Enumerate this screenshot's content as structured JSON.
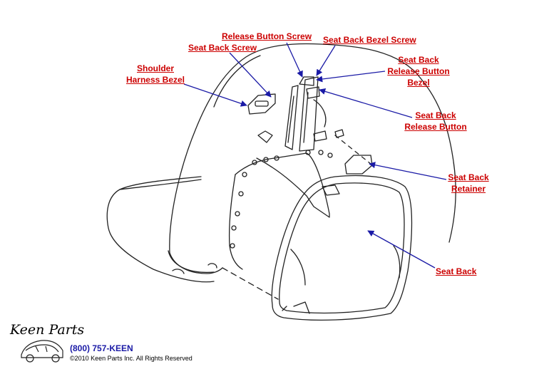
{
  "colors": {
    "label": "#cc0000",
    "arrow": "#1a1aa6",
    "line": "#222222",
    "phone": "#1a1aa6"
  },
  "labels": {
    "release_button_screw": "Release Button Screw",
    "seat_back_bezel_screw": "Seat Back Bezel Screw",
    "seat_back_screw": "Seat Back Screw",
    "shoulder_harness_bezel_l1": "Shoulder",
    "shoulder_harness_bezel_l2": "Harness Bezel",
    "seat_back_release_button_bezel_l1": "Seat Back",
    "seat_back_release_button_bezel_l2": "Release Button",
    "seat_back_release_button_bezel_l3": "Bezel",
    "seat_back_release_button_l1": "Seat Back",
    "seat_back_release_button_l2": "Release Button",
    "seat_back_retainer_l1": "Seat Back",
    "seat_back_retainer_l2": "Retainer",
    "seat_back": "Seat Back"
  },
  "footer": {
    "logo": "Keen Parts",
    "phone": "(800) 757-KEEN",
    "copyright": "©2010 Keen Parts Inc. All Rights Reserved"
  }
}
